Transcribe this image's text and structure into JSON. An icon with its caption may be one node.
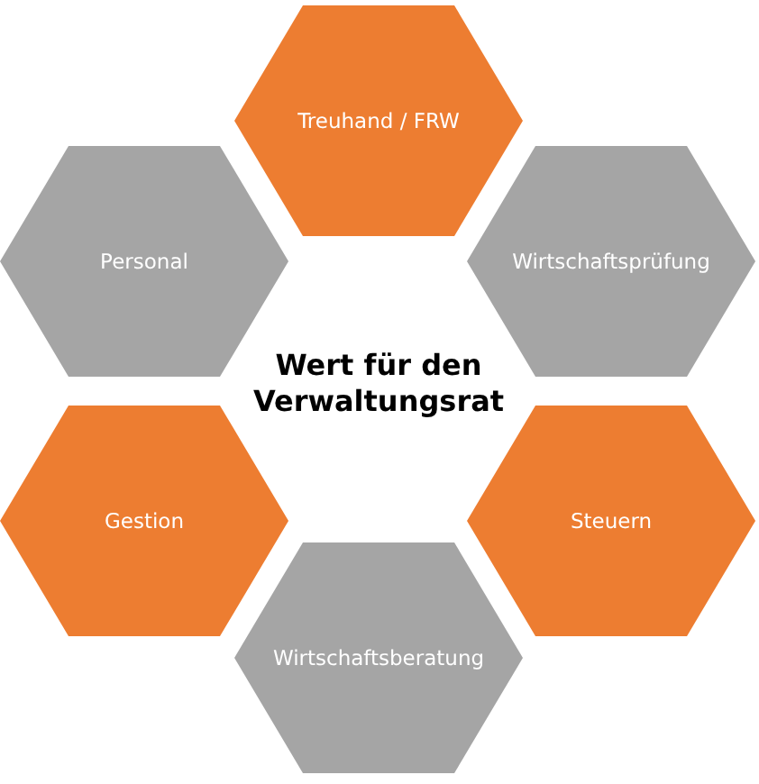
{
  "diagram": {
    "nodes": [
      {
        "text": [
          "Treuhand / FRW"
        ]
      },
      {
        "text": [
          "Personal"
        ]
      },
      {
        "text": [
          "Wirtschaftsprüfung"
        ]
      },
      {
        "text": [
          "Gestion"
        ]
      },
      {
        "text": [
          "Steuern"
        ]
      },
      {
        "text": [
          "Wirtschaftsberatung"
        ]
      }
    ],
    "labels": [
      "Wert für den Verwaltungsrat"
    ]
  }
}
